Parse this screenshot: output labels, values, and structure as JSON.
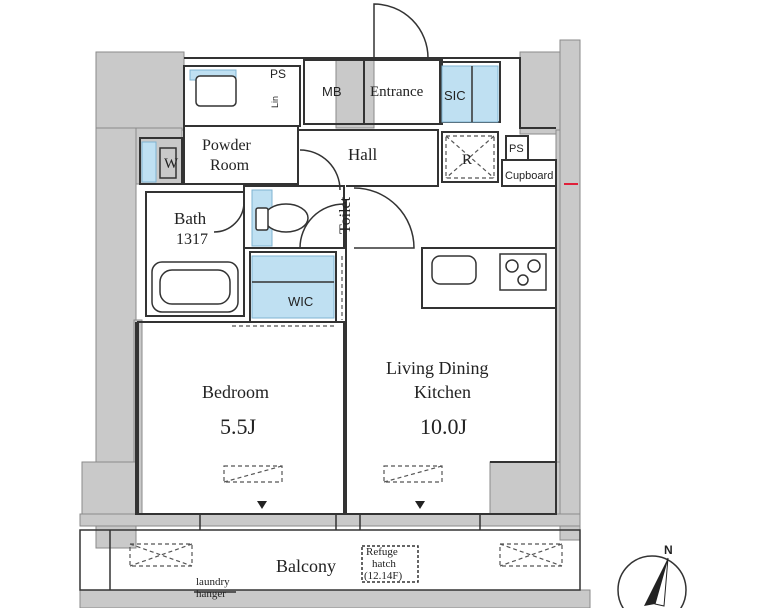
{
  "rooms": {
    "ps_top": "PS",
    "mb": "MB",
    "entrance": "Entrance",
    "sic": "SIC",
    "lin": "Lin",
    "powder_line1": "Powder",
    "powder_line2": "Room",
    "w": "W",
    "hall": "Hall",
    "r": "R",
    "ps_right": "PS",
    "cupboard": "Cupboard",
    "bath": "Bath",
    "bath_size": "1317",
    "toilet": "Toilet",
    "wic": "WIC",
    "bedroom": "Bedroom",
    "bedroom_size": "5.5J",
    "ldk_line1": "Living Dining",
    "ldk_line2": "Kitchen",
    "ldk_size": "10.0J",
    "balcony": "Balcony",
    "refuge_line1": "Refuge",
    "refuge_line2": "hatch",
    "refuge_line3": "(12.14F)",
    "laundry_line1": "laundry",
    "laundry_line2": "hanger"
  },
  "compass": {
    "label": "N"
  },
  "colors": {
    "wall": "#c9c9c9",
    "line": "#333333",
    "storage": "#bfe0f2",
    "marker": "#e0203a"
  }
}
